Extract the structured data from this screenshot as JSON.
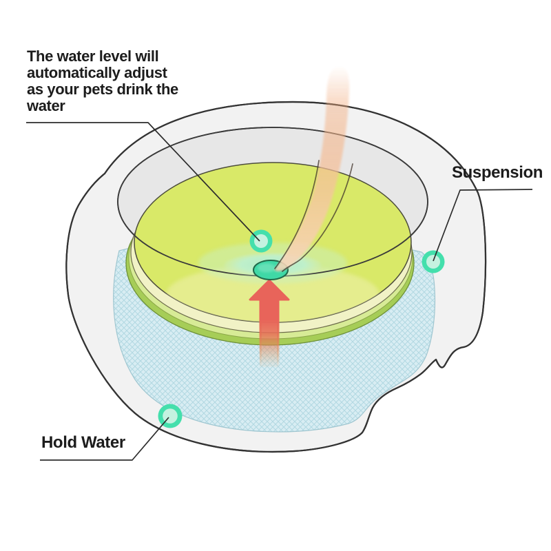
{
  "annotations": {
    "water_level": {
      "lines": [
        "The water level will",
        "automatically adjust",
        "as your pets drink the",
        "water"
      ],
      "marker": "teal-ring"
    },
    "suspension": {
      "label": "Suspension",
      "marker": "teal-ring"
    },
    "hold_water": {
      "label": "Hold Water",
      "marker": "teal-ring"
    }
  },
  "colors": {
    "marker_teal": "#44dfac",
    "marker_inner": "#c5f2e0",
    "arrow_red": "#e8645a",
    "disc_yellow": "#d9e968",
    "disc_side_cream": "#f1f2c6",
    "disc_rim_green": "#a6cd57",
    "water_blue": "#d8edf3",
    "water_hatch": "#b2d8e2",
    "shell_gray": "#f2f2f2",
    "interior_gray": "#e7e7e7",
    "outline_dark": "#333333",
    "tongue_peach": "#f6c7a4",
    "drain_hole_teal": "#3fd8a6",
    "text": "#1c1c1c"
  }
}
